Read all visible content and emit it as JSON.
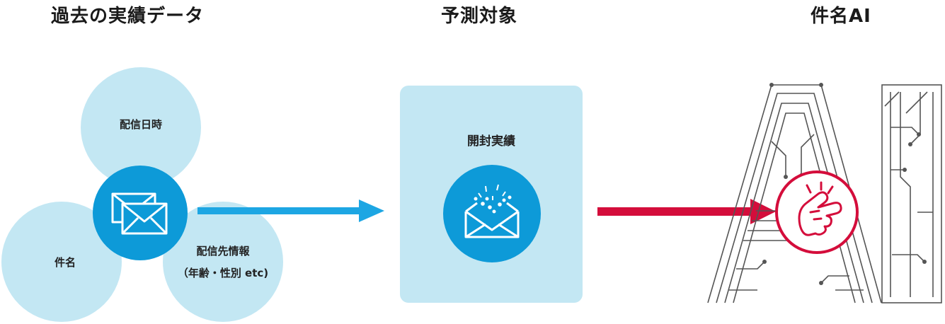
{
  "headings": {
    "past_data": "過去の実績データ",
    "prediction_target": "予測対象",
    "subject_ai": "件名AI"
  },
  "past_circles": {
    "delivery_datetime": "配信日時",
    "subject": "件名",
    "recipient_info": "配信先情報",
    "recipient_info_detail": "（年齢・性別 etc)"
  },
  "target_box": {
    "title": "開封実績"
  },
  "colors": {
    "light_blue": "#c3e7f3",
    "blue": "#0d9ad8",
    "arrow_blue": "#1da6e3",
    "red": "#d40d3b",
    "circuit": "#555555"
  },
  "icons": [
    "mail-icon",
    "open-mail-icon",
    "finger-snap-icon",
    "ai-circuit-graphic"
  ]
}
